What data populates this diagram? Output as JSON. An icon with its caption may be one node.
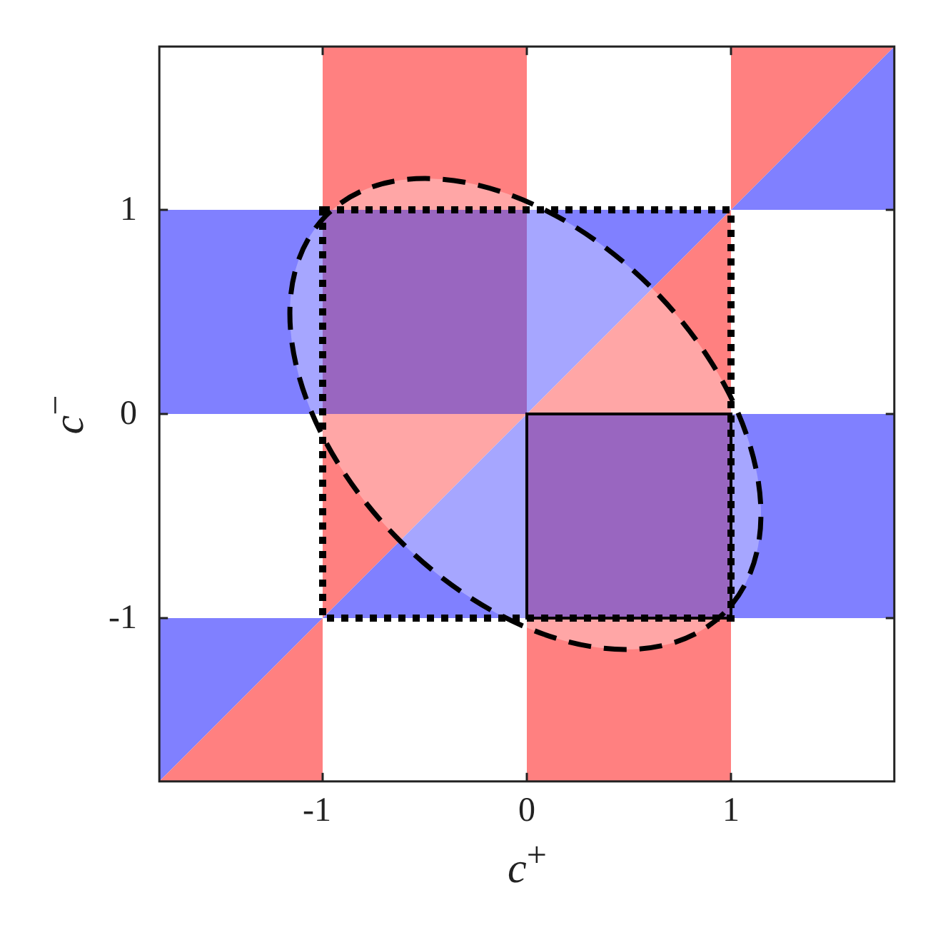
{
  "diagram": {
    "labels": [
      "1",
      "*c*$^{−}$",
      "0",
      "-1",
      "-1",
      "0",
      "1",
      "*c*$^{+}$"
    ]
  }
}
